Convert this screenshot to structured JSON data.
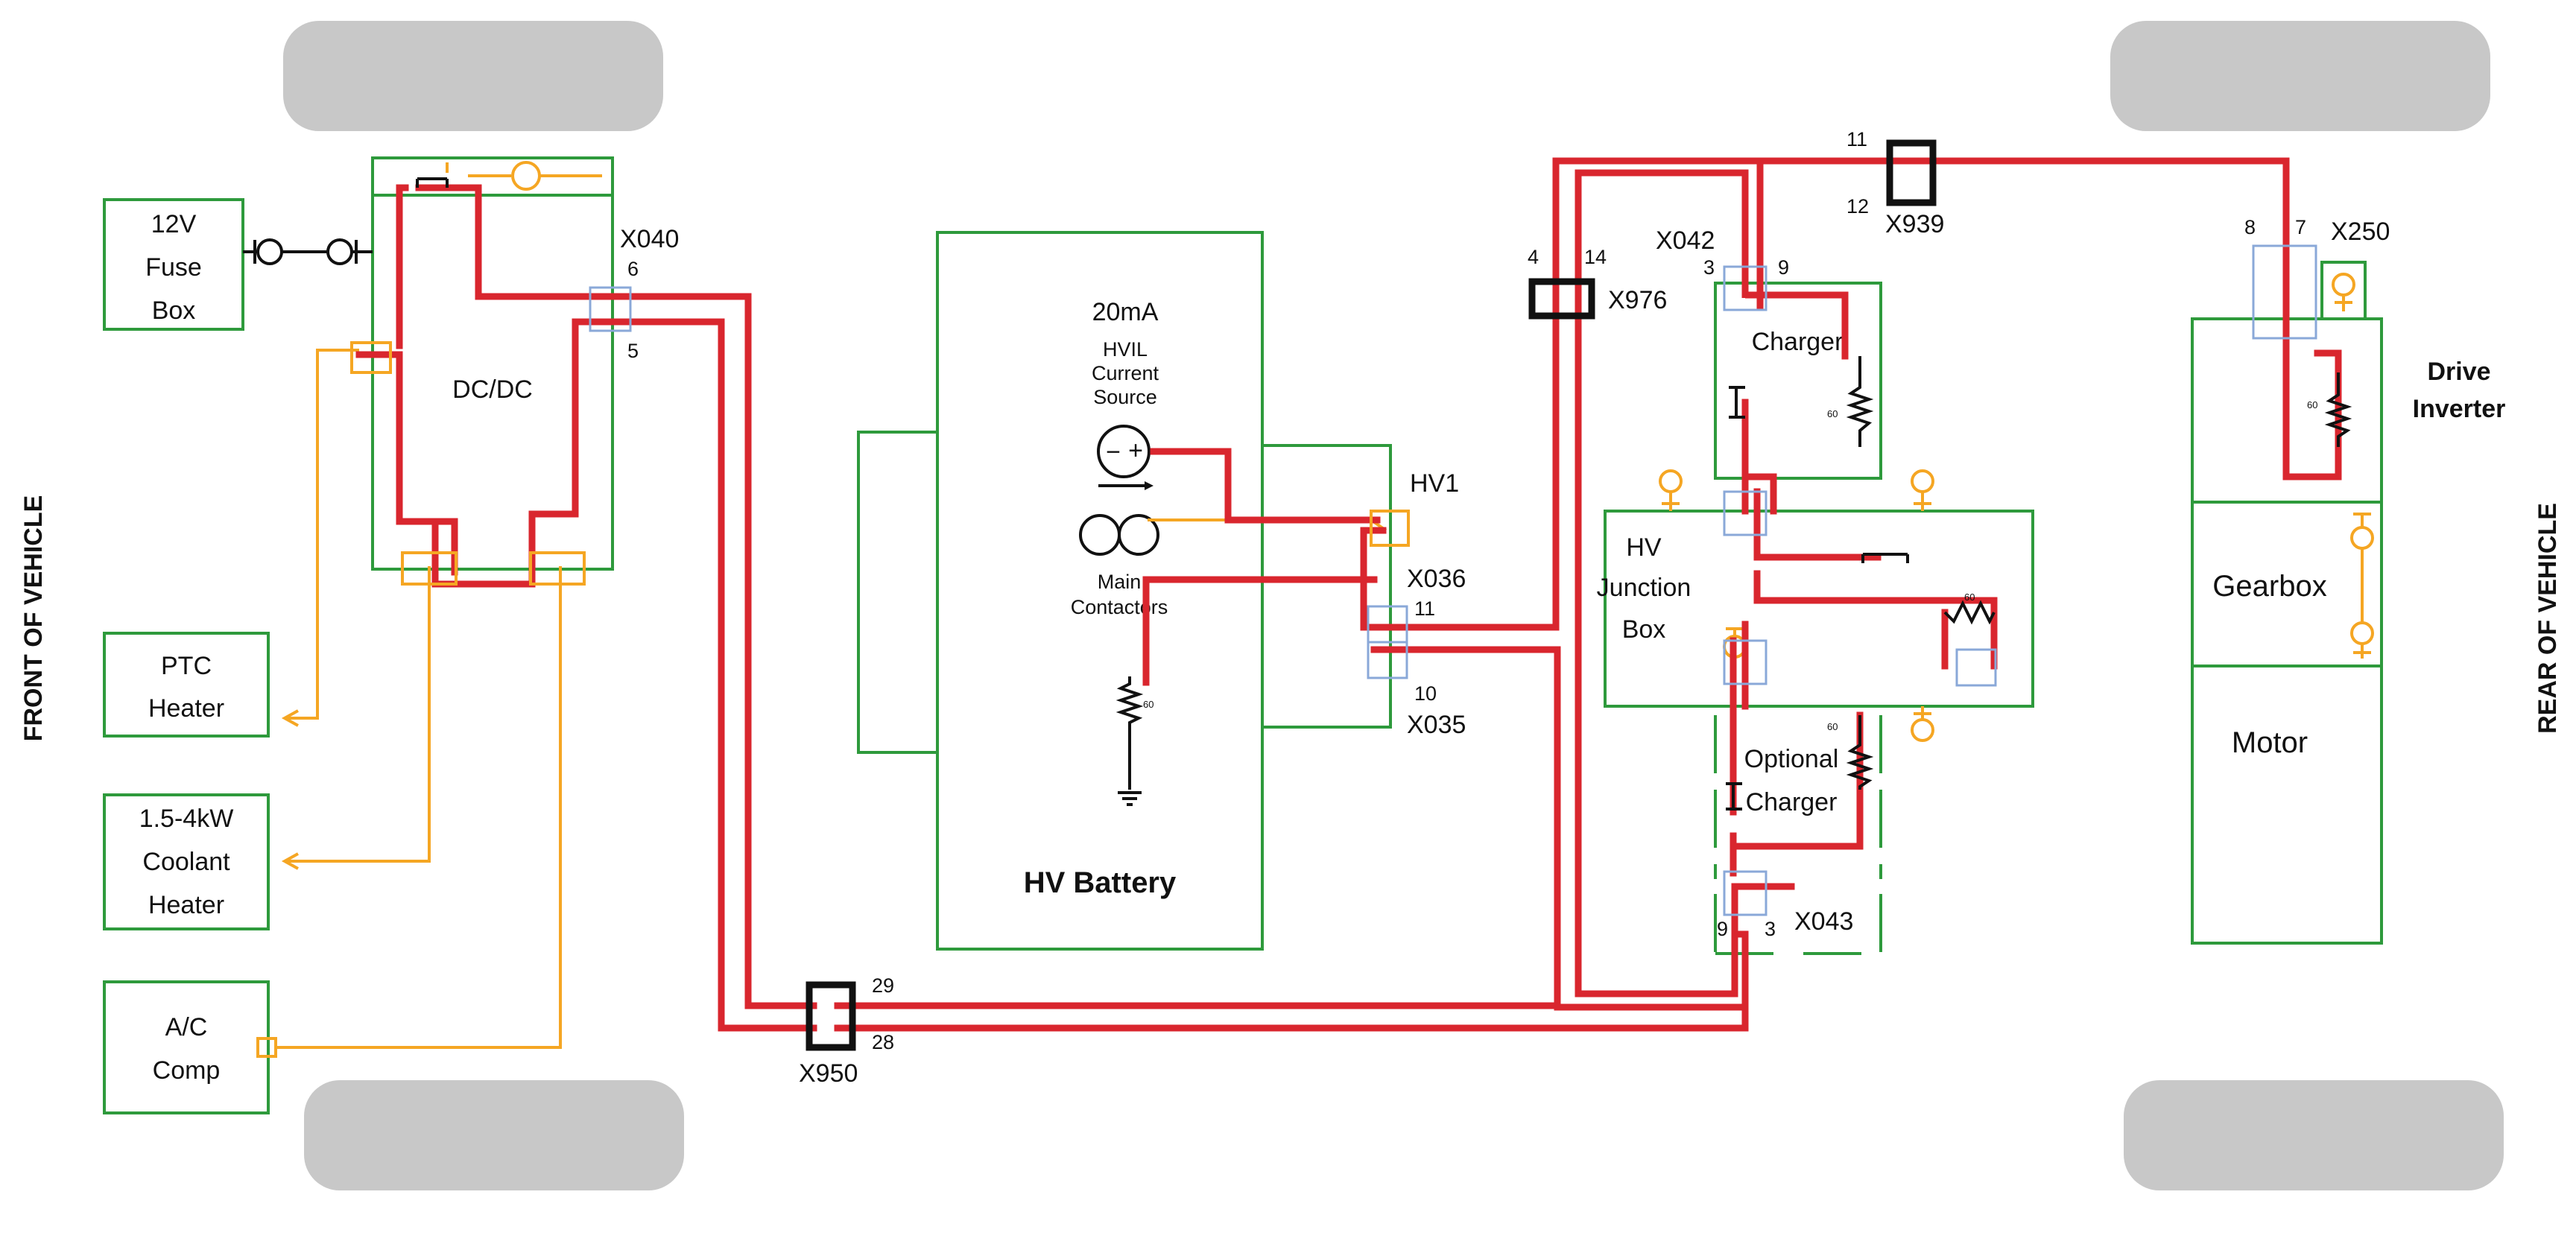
{
  "orientation": {
    "front": "FRONT OF VEHICLE",
    "rear": "REAR OF VEHICLE"
  },
  "components": {
    "fuse_box": [
      "12V",
      "Fuse",
      "Box"
    ],
    "dcdc": "DC/DC",
    "ptc_heater": [
      "PTC",
      "Heater"
    ],
    "coolant_heater": [
      "1.5-4kW",
      "Coolant",
      "Heater"
    ],
    "ac_comp": [
      "A/C",
      "Comp"
    ],
    "hv_battery": "HV Battery",
    "hvil_source": [
      "20mA",
      "HVIL",
      "Current",
      "Source"
    ],
    "main_contactors": [
      "Main",
      "Contactors"
    ],
    "charger": "Charger",
    "hv_junction_box": [
      "HV",
      "Junction",
      "Box"
    ],
    "optional_charger": [
      "Optional",
      "Charger"
    ],
    "drive_inverter": [
      "Drive",
      "Inverter"
    ],
    "gearbox": "Gearbox",
    "motor": "Motor"
  },
  "connectors": {
    "x040": {
      "name": "X040",
      "pin_a": "6",
      "pin_b": "5"
    },
    "hv1": {
      "name": "HV1"
    },
    "x036": {
      "name": "X036",
      "pin": "11"
    },
    "x035": {
      "name": "X035",
      "pin": "10"
    },
    "x950": {
      "name": "X950",
      "pin_a": "29",
      "pin_b": "28"
    },
    "x976": {
      "name": "X976",
      "pin_a": "4",
      "pin_b": "14"
    },
    "x042": {
      "name": "X042",
      "pin_a": "3",
      "pin_b": "9"
    },
    "x939": {
      "name": "X939",
      "pin_a": "11",
      "pin_b": "12"
    },
    "x250": {
      "name": "X250",
      "pin_a": "8",
      "pin_b": "7"
    },
    "x043": {
      "name": "X043",
      "pin_a": "9",
      "pin_b": "3"
    }
  },
  "resistor_value": "60",
  "colors": {
    "hvil_loop": "#d9262e",
    "low_voltage": "#f5a623",
    "component_outline": "#2e9a3c",
    "connector": "#8aa8d8",
    "inline_connector": "#111111",
    "wheel": "#c8c8c8"
  }
}
